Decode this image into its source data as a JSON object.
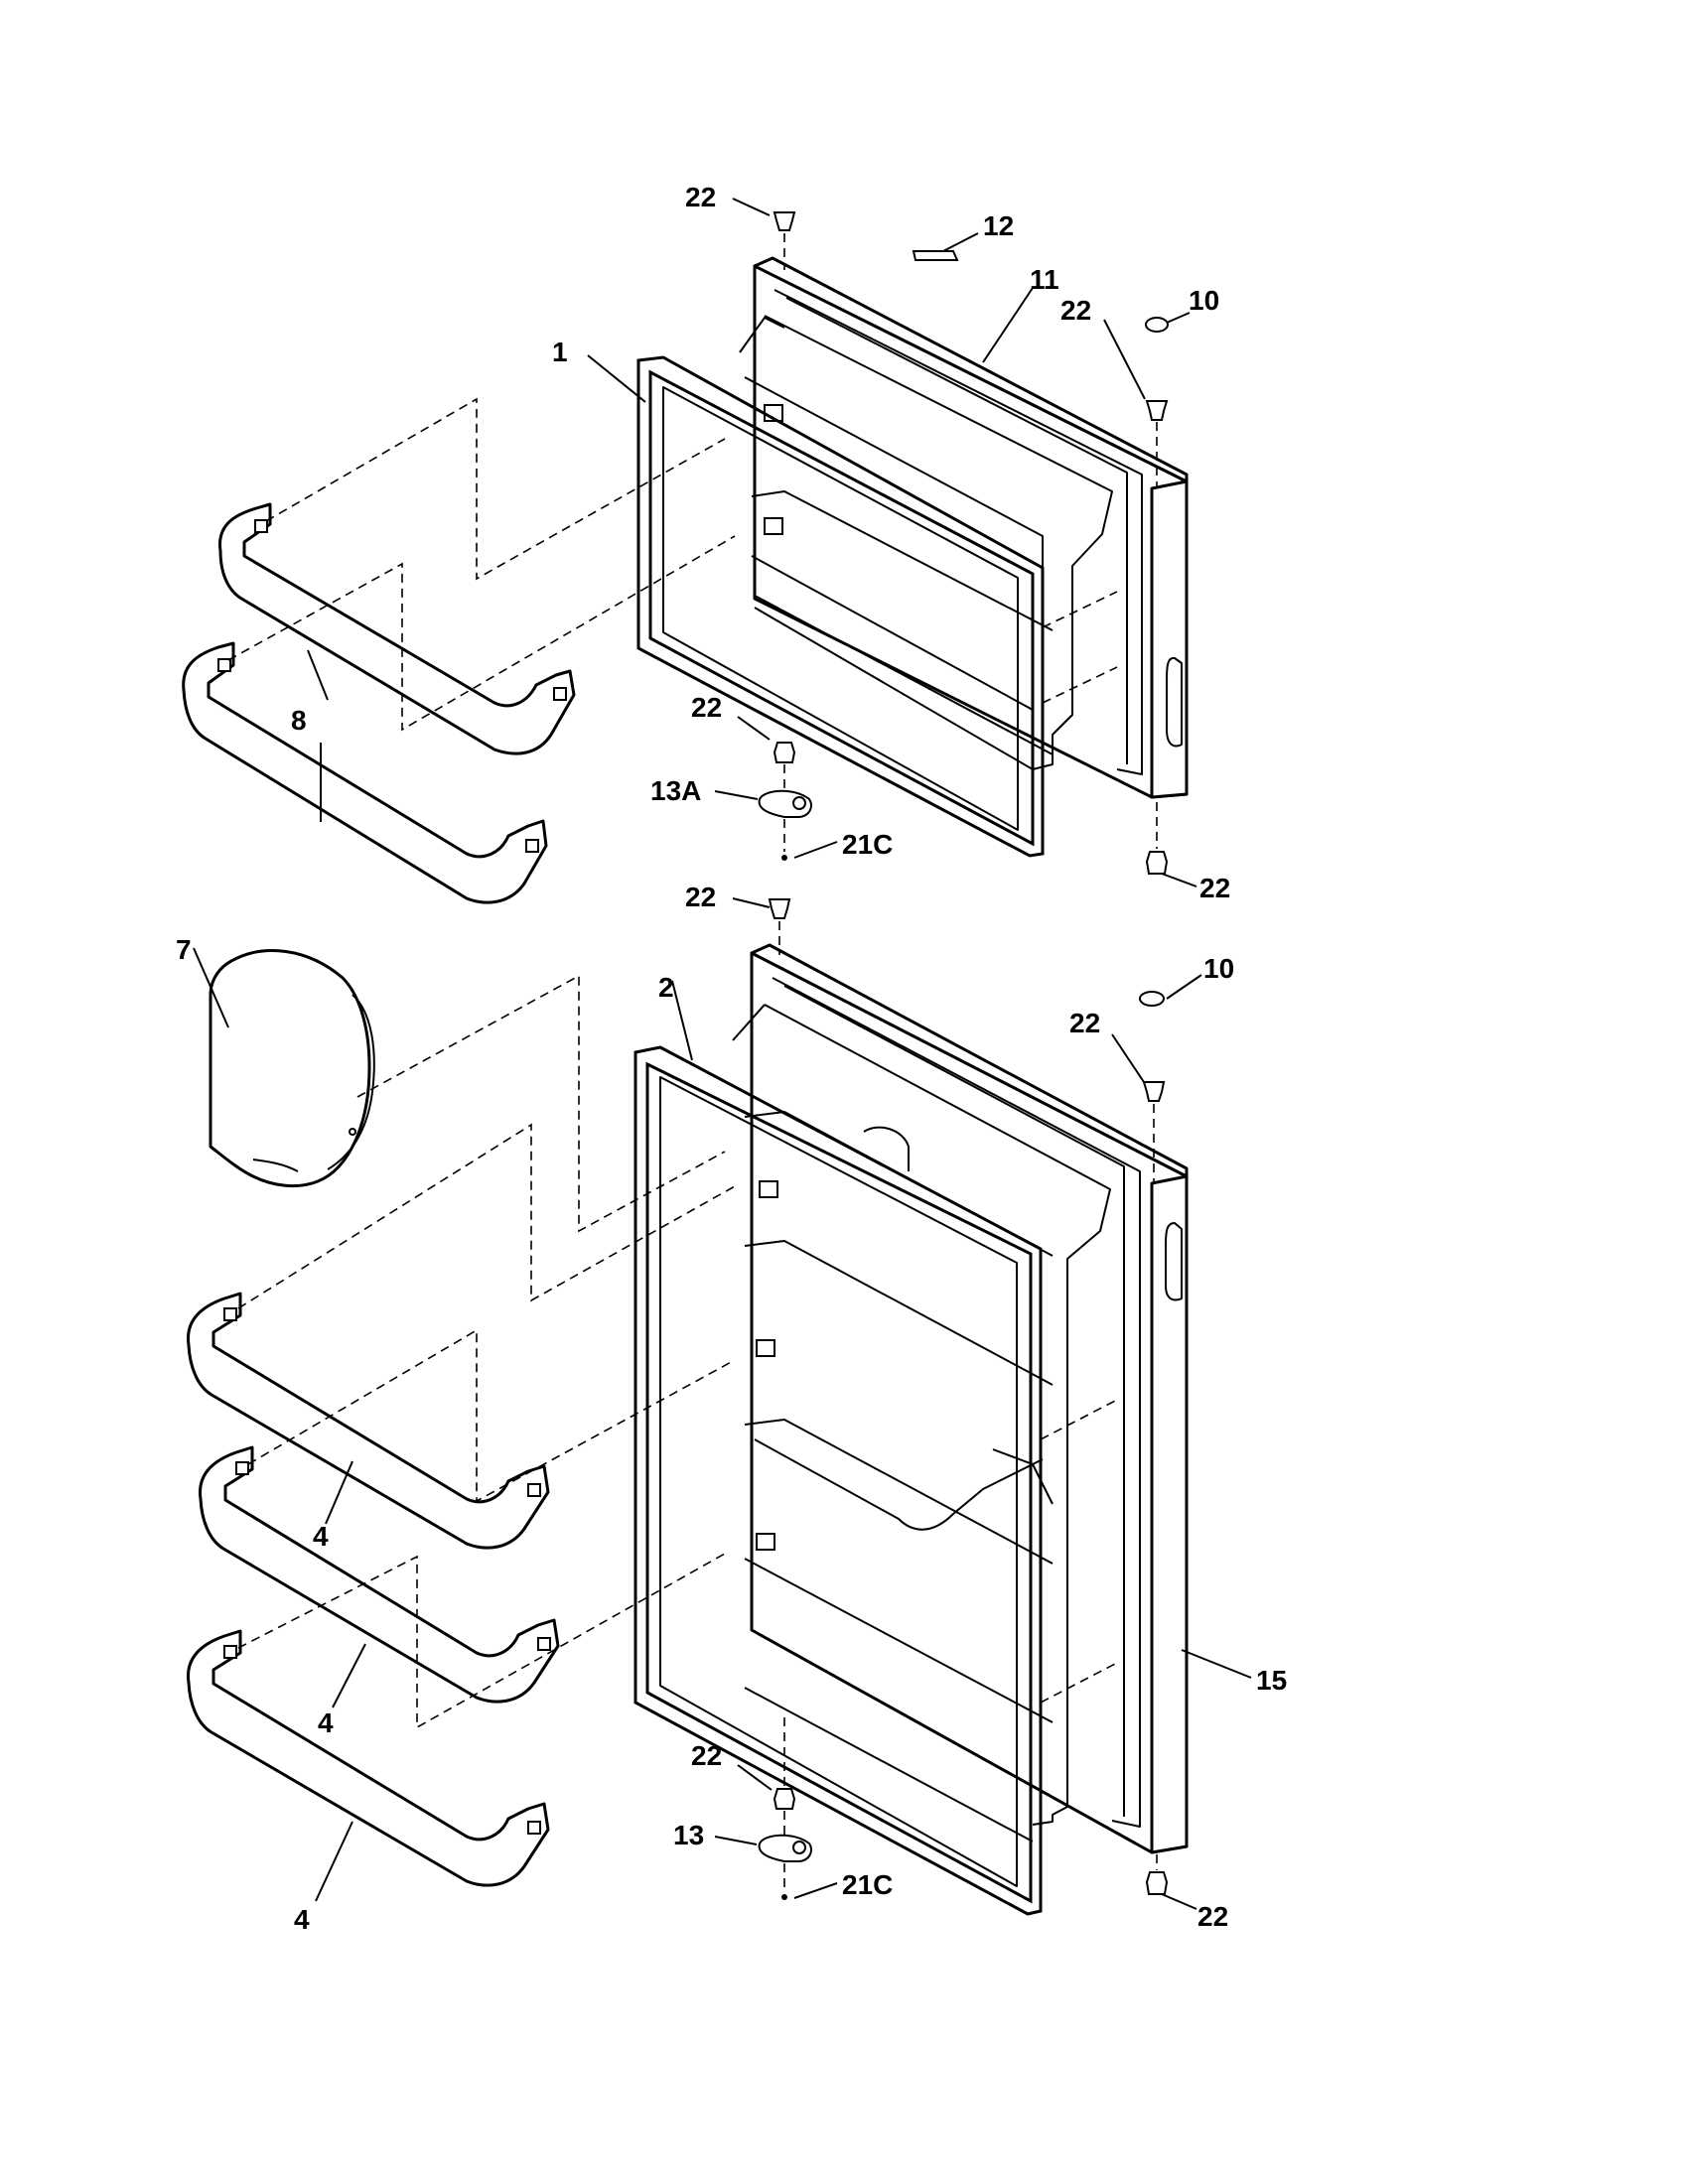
{
  "diagram": {
    "callouts": [
      {
        "id": "c1",
        "label": "1"
      },
      {
        "id": "c2",
        "label": "2"
      },
      {
        "id": "c4a",
        "label": "4"
      },
      {
        "id": "c4b",
        "label": "4"
      },
      {
        "id": "c4c",
        "label": "4"
      },
      {
        "id": "c7",
        "label": "7"
      },
      {
        "id": "c8",
        "label": "8"
      },
      {
        "id": "c10a",
        "label": "10"
      },
      {
        "id": "c10b",
        "label": "10"
      },
      {
        "id": "c11",
        "label": "11"
      },
      {
        "id": "c12",
        "label": "12"
      },
      {
        "id": "c13",
        "label": "13"
      },
      {
        "id": "c13a",
        "label": "13A"
      },
      {
        "id": "c15",
        "label": "15"
      },
      {
        "id": "c21ca",
        "label": "21C"
      },
      {
        "id": "c21cb",
        "label": "21C"
      },
      {
        "id": "c22a",
        "label": "22"
      },
      {
        "id": "c22b",
        "label": "22"
      },
      {
        "id": "c22c",
        "label": "22"
      },
      {
        "id": "c22d",
        "label": "22"
      },
      {
        "id": "c22e",
        "label": "22"
      },
      {
        "id": "c22f",
        "label": "22"
      },
      {
        "id": "c22g",
        "label": "22"
      },
      {
        "id": "c22h",
        "label": "22"
      }
    ]
  }
}
